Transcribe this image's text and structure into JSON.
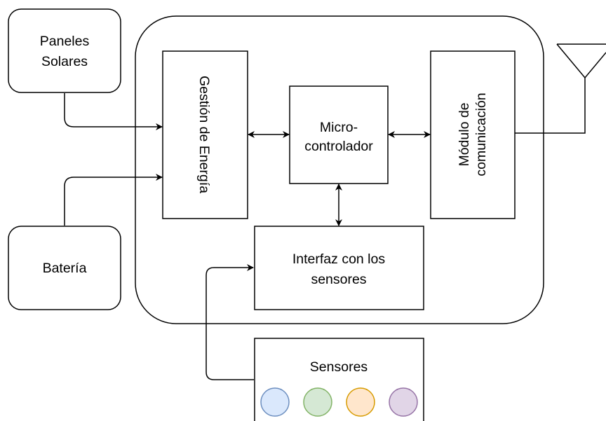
{
  "blocks": {
    "solar_panels": [
      "Paneles",
      "Solares"
    ],
    "battery": "Batería",
    "energy_management": "Gestión de Energía",
    "microcontroller": [
      "Micro-",
      "controlador"
    ],
    "communication_module": [
      "Módulo de",
      "comunicación"
    ],
    "sensor_interface": [
      "Interfaz con los",
      "sensores"
    ],
    "sensors": "Sensores"
  },
  "sensor_dots": [
    {
      "fill": "#dae8fc",
      "stroke": "#6c8ebf"
    },
    {
      "fill": "#d5e8d4",
      "stroke": "#82b366"
    },
    {
      "fill": "#ffe6cc",
      "stroke": "#d79b00"
    },
    {
      "fill": "#e1d5e7",
      "stroke": "#9673a6"
    }
  ],
  "colors": {
    "line": "#000000",
    "background": "#ffffff"
  }
}
